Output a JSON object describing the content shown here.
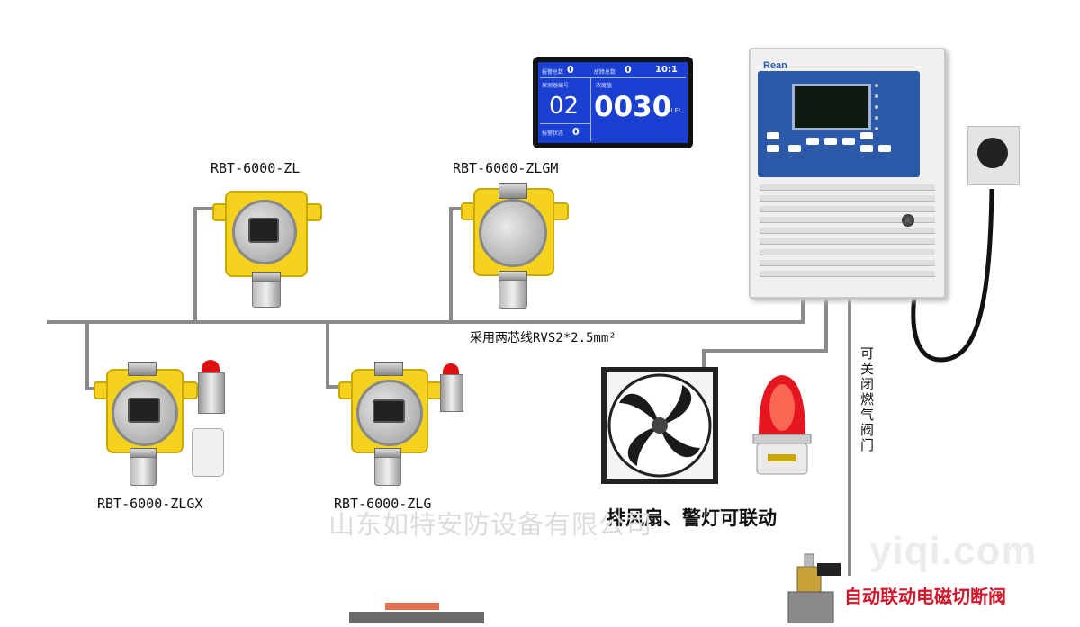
{
  "devices": {
    "zl": "RBT-6000-ZL",
    "zlgm": "RBT-6000-ZLGM",
    "zlgx": "RBT-6000-ZLGX",
    "zlg": "RBT-6000-ZLG"
  },
  "cable_label": "采用两芯线RVS2*2.5mm²",
  "linkage_label": "排风扇、警灯可联动",
  "valve_close_label": "可关闭燃气阀门",
  "solenoid_label": "自动联动电磁切断阀",
  "company_watermark": "山东如特安防设备有限公司",
  "site_watermark": "yiqi.com",
  "controller": {
    "brand": "Rean"
  },
  "monitor": {
    "count_label_1": "报警总数",
    "count_value_1": "0",
    "count_label_2": "故障总数",
    "count_value_2": "0",
    "time": "10:1",
    "channel_label": "探测器编号",
    "channel_value": "02",
    "reading_label": "浓度值",
    "reading_value": "0030",
    "reading_unit": "%LEL",
    "bottom_label": "报警状态",
    "bottom_value": "0"
  },
  "colors": {
    "cable": "#8a8a8a",
    "detector_yellow": "#f5d21e",
    "monitor_blue": "#1b3fd1",
    "solenoid_text": "#d4162a"
  }
}
